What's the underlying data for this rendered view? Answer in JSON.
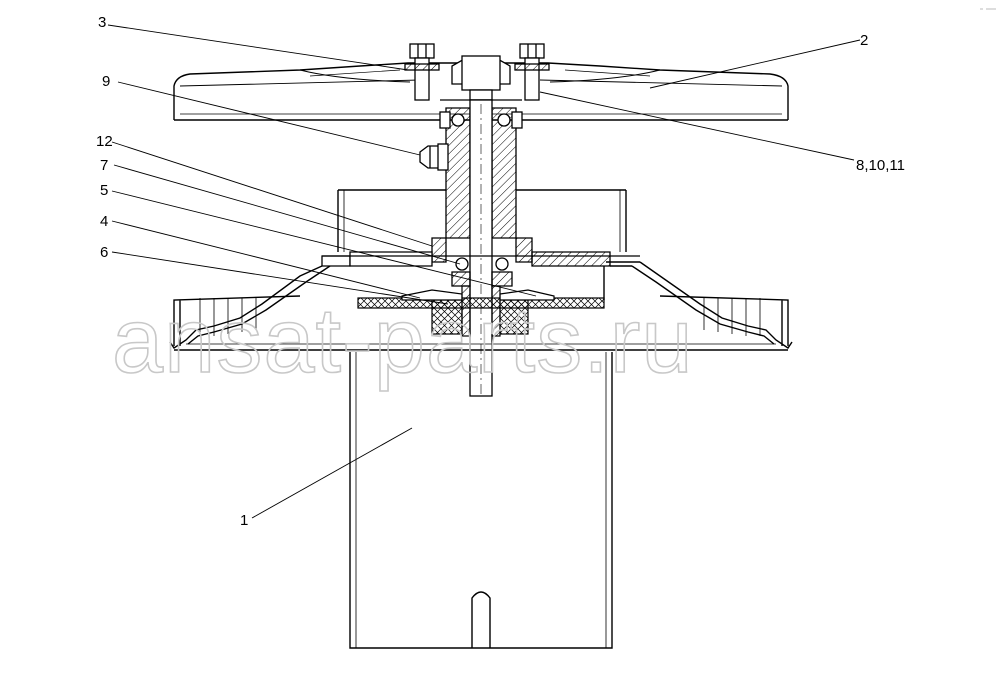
{
  "callouts": {
    "c1": "1",
    "c2": "2",
    "c3": "3",
    "c4": "4",
    "c5": "5",
    "c6": "6",
    "c7": "7",
    "c8_10_11": "8,10,11",
    "c9": "9",
    "c12": "12"
  },
  "watermark": "ansat-parts.ru"
}
